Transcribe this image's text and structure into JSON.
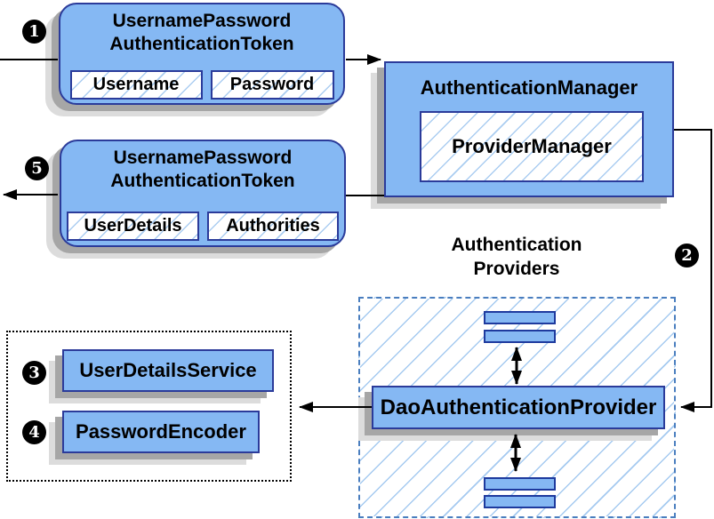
{
  "colors": {
    "box_fill": "#85b8f3",
    "box_border": "#2b3b9a",
    "hatch_line": "#abcdf1",
    "dashed_border": "#4a7ebf",
    "dotted_border": "#000000",
    "arrow": "#000000",
    "shadow_dark": "#a6a6a6",
    "shadow_light": "#dcdcdc",
    "badge_bg": "#000000",
    "badge_fg": "#ffffff"
  },
  "badges": {
    "step1": "1",
    "step2": "2",
    "step3": "3",
    "step4": "4",
    "step5": "5"
  },
  "request_token": {
    "title_line1": "UsernamePassword",
    "title_line2": "AuthenticationToken",
    "field1": "Username",
    "field2": "Password"
  },
  "auth_manager": {
    "title": "AuthenticationManager",
    "inner_label": "ProviderManager"
  },
  "response_token": {
    "title_line1": "UsernamePassword",
    "title_line2": "AuthenticationToken",
    "field1": "UserDetails",
    "field2": "Authorities"
  },
  "providers": {
    "group_title_line1": "Authentication",
    "group_title_line2": "Providers",
    "main_label": "DaoAuthenticationProvider"
  },
  "services": {
    "service1": "UserDetailsService",
    "service2": "PasswordEncoder"
  }
}
